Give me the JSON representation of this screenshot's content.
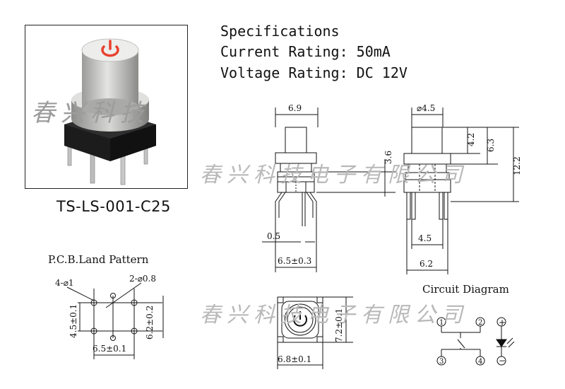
{
  "product": {
    "part_number": "TS-LS-001-C25",
    "button_symbol": "power-symbol"
  },
  "specifications": {
    "title": "Specifications",
    "current_rating": "Current Rating: 50mA",
    "voltage_rating": "Voltage Rating: DC 12V"
  },
  "watermark": {
    "photo_text": "春兴科技",
    "drawing_text": "春兴科技电子有限公司",
    "drawing_text_2": "春兴科技电子有限公司"
  },
  "front_view": {
    "top_width": "6.9",
    "lead_width": "0.5",
    "pitch": "6.5±0.3",
    "height_36": "3.6"
  },
  "side_view": {
    "cap_diameter": "⌀4.5",
    "cap_height": "4.2",
    "total_cap": "6.3",
    "overall_height": "12.2",
    "inner_pitch": "4.5",
    "base_width": "6.2"
  },
  "pcb": {
    "title": "P.C.B.Land Pattern",
    "hole_large": "4-⌀1",
    "hole_small": "2-⌀0.8",
    "vertical_left": "4.5±0.1",
    "vertical_right": "6.2±0.2",
    "horizontal": "6.5±0.1"
  },
  "top_view": {
    "height": "7.2±0.1",
    "width": "6.8±0.1"
  },
  "circuit": {
    "title": "Circuit Diagram",
    "pins": [
      "1",
      "2",
      "3",
      "4"
    ],
    "led_plus": "+",
    "led_minus": "−"
  },
  "colors": {
    "power_symbol": "#e8412f",
    "cap": "#c9c9c7",
    "body": "#1a1a1a",
    "watermark": "#b9b9b9"
  }
}
